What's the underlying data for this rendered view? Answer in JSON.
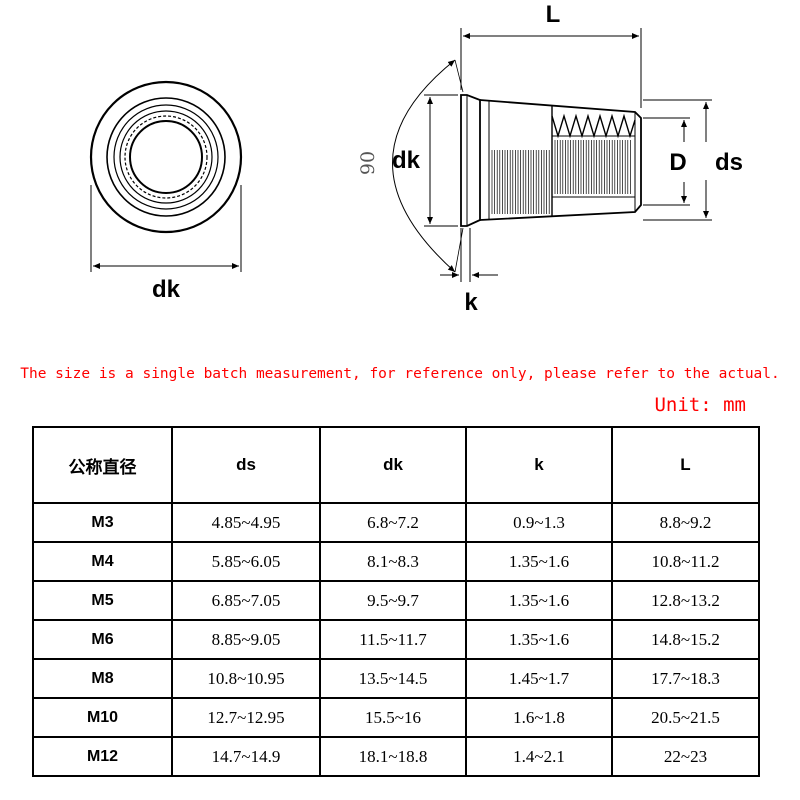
{
  "drawing": {
    "labels": {
      "top_view_dk": "dk",
      "side_L": "L",
      "side_dk": "dk",
      "side_D": "D",
      "side_ds": "ds",
      "side_k": "k",
      "angle": "90"
    }
  },
  "note": "The size is a single batch measurement, for reference only, please refer to the actual.",
  "unit": "Unit: mm",
  "table": {
    "headers": [
      "公称直径",
      "ds",
      "dk",
      "k",
      "L"
    ],
    "rows": [
      [
        "M3",
        "4.85~4.95",
        "6.8~7.2",
        "0.9~1.3",
        "8.8~9.2"
      ],
      [
        "M4",
        "5.85~6.05",
        "8.1~8.3",
        "1.35~1.6",
        "10.8~11.2"
      ],
      [
        "M5",
        "6.85~7.05",
        "9.5~9.7",
        "1.35~1.6",
        "12.8~13.2"
      ],
      [
        "M6",
        "8.85~9.05",
        "11.5~11.7",
        "1.35~1.6",
        "14.8~15.2"
      ],
      [
        "M8",
        "10.8~10.95",
        "13.5~14.5",
        "1.45~1.7",
        "17.7~18.3"
      ],
      [
        "M10",
        "12.7~12.95",
        "15.5~16",
        "1.6~1.8",
        "20.5~21.5"
      ],
      [
        "M12",
        "14.7~14.9",
        "18.1~18.8",
        "1.4~2.1",
        "22~23"
      ]
    ]
  }
}
